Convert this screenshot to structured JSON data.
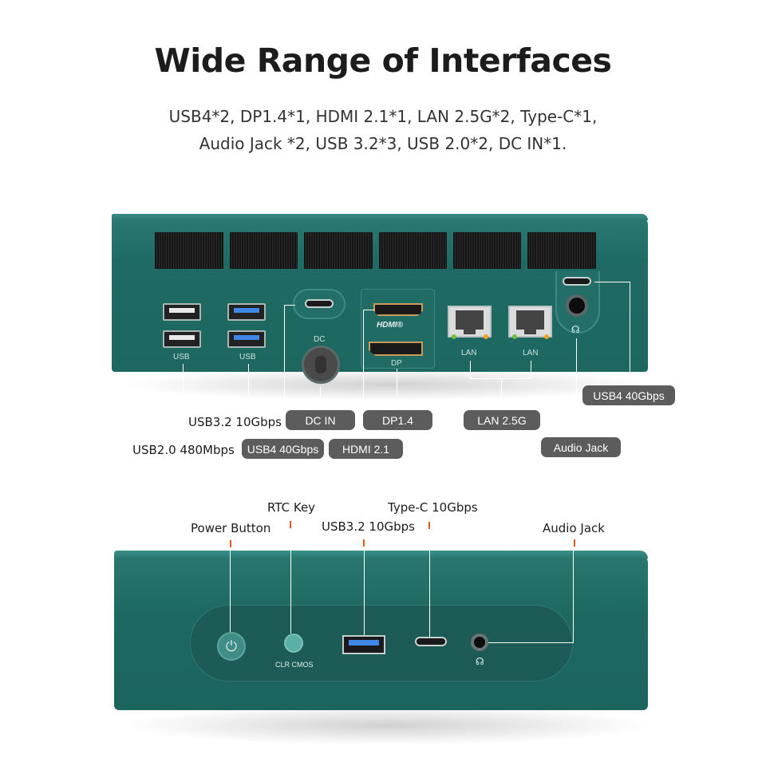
{
  "header": {
    "title": "Wide Range of Interfaces",
    "subtitle_line1": "USB4*2, DP1.4*1, HDMI 2.1*1, LAN 2.5G*2, Type-C*1,",
    "subtitle_line2": "Audio Jack *2, USB 3.2*3, USB 2.0*2, DC IN*1."
  },
  "back_panel": {
    "port_text": {
      "usb_left": "USB",
      "usb_right": "USB",
      "dc": "DC",
      "hdmi_logo": "HDMI®",
      "dp": "DP",
      "lan1": "LAN",
      "lan2": "LAN"
    },
    "callouts": {
      "usb32": "USB3.2 10Gbps",
      "usb20": "USB2.0 480Mbps",
      "usb4_left": "USB4 40Gbps",
      "dc_in": "DC IN",
      "hdmi": "HDMI 2.1",
      "dp": "DP1.4",
      "lan": "LAN 2.5G",
      "usb4_right": "USB4 40Gbps",
      "audio": "Audio Jack"
    }
  },
  "front_panel": {
    "port_text": {
      "clr_cmos": "CLR  CMOS"
    },
    "callouts": {
      "power": "Power Button",
      "rtc": "RTC Key",
      "usb32": "USB3.2 10Gbps",
      "typec": "Type-C 10Gbps",
      "audio": "Audio Jack"
    }
  },
  "colors": {
    "device_teal": "#1f6a64",
    "callout_pill": "#5c5c5c",
    "tick_orange": "#e05a1e"
  }
}
